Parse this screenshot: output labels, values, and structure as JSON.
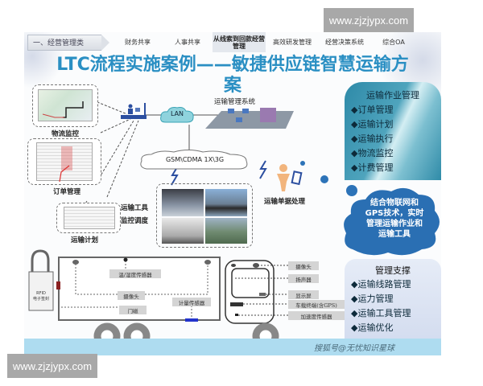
{
  "watermarks": {
    "top": "www.zjzjypx.com",
    "bottom": "www.zjzjypx.com"
  },
  "nav": {
    "category": "一、经营管理类",
    "items": [
      {
        "label": "财务共享",
        "active": false
      },
      {
        "label": "人事共享",
        "active": false
      },
      {
        "label": "从线索到回款经营管理",
        "active": true
      },
      {
        "label": "高效研发管理",
        "active": false
      },
      {
        "label": "经营决策系统",
        "active": false
      },
      {
        "label": "综合OA",
        "active": false
      }
    ]
  },
  "title": {
    "line1": "LTC流程实施案例——敏捷供应链智慧运输方",
    "line2": "案"
  },
  "left_modules": {
    "logistics_monitoring": "物流监控",
    "order_management": "订单管理",
    "transport_planning": "运输计划"
  },
  "network": {
    "lan": "LAN",
    "transport_system": "运输管理系统",
    "wireless": "GSM\\CDMA 1X\\3G"
  },
  "transport_vehicles": {
    "line1": "运输工具",
    "line2": "监控调度"
  },
  "document_processing": "运输单据处理",
  "panel_ops": {
    "title": "运输作业管理",
    "items": [
      "◆订单管理",
      "◆运输计划",
      "◆运输执行",
      "◆物流监控",
      "◆计费管理"
    ],
    "color": "#2e8aa8"
  },
  "iot_cloud": {
    "text": [
      "结合物联网和",
      "GPS技术，实时",
      "管理运输作业和",
      "运输工具"
    ],
    "color": "#2a6fb3"
  },
  "panel_support": {
    "title": "管理支撑",
    "items": [
      "◆运输线路管理",
      "◆运力管理",
      "◆运输工具管理",
      "◆运输优化"
    ]
  },
  "truck": {
    "lock_label": [
      "RFID",
      "电子签封"
    ],
    "trailer_labels": [
      "温/湿度传感器",
      "摄像头",
      "门磁",
      "计量传感器"
    ],
    "cab_labels": [
      "摄像头",
      "扬声器",
      "显示屏",
      "车载终端(含GPS)",
      "加速度传感器"
    ]
  },
  "credit": "搜狐号@无忧知识星球"
}
